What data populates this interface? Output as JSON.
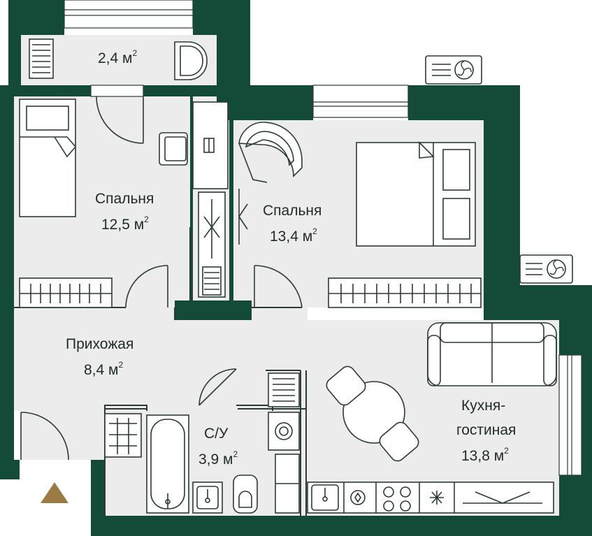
{
  "colors": {
    "wall": "#134a38",
    "floor": "#ececec",
    "line": "#2b3a36",
    "compass": "#9c7a43"
  },
  "rooms": {
    "balcony": {
      "area": "2,4 м",
      "unit_sup": "2"
    },
    "bedroom_left": {
      "label": "Спальня",
      "area": "12,5 м",
      "unit_sup": "2"
    },
    "bedroom_right": {
      "label": "Спальня",
      "area": "13,4 м",
      "unit_sup": "2"
    },
    "hallway": {
      "label": "Прихожая",
      "area": "8,4 м",
      "unit_sup": "2"
    },
    "bathroom": {
      "label": "С/У",
      "area": "3,9 м",
      "unit_sup": "2"
    },
    "kitchen": {
      "label_line1": "Кухня-",
      "label_line2": "гостиная",
      "area": "13,8 м",
      "unit_sup": "2"
    }
  },
  "icons": [
    "air-conditioner-icon",
    "compass-north-icon",
    "fan-icon"
  ]
}
